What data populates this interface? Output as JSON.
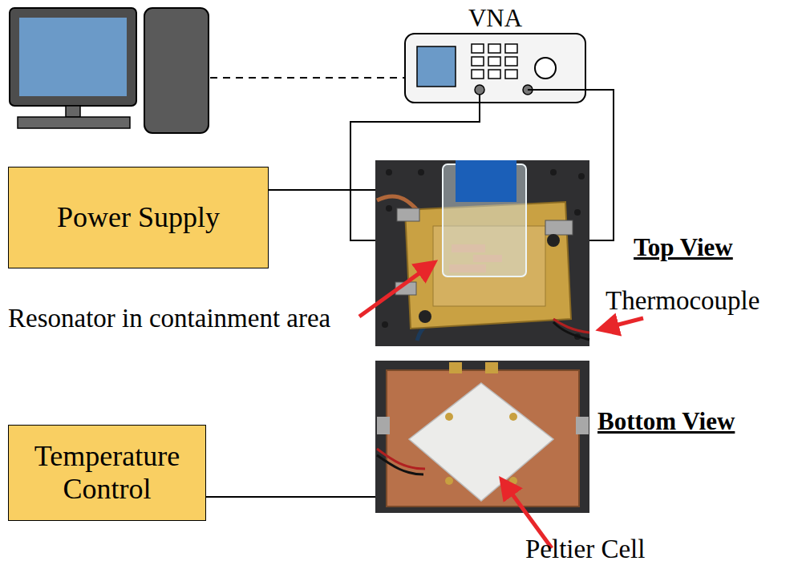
{
  "diagram": {
    "nodes": [
      {
        "text": [
          "VNA"
        ]
      },
      {
        "text": [
          "Power Supply"
        ]
      },
      {
        "text": [
          "Temperature Control"
        ]
      }
    ],
    "labels": [
      "Top View",
      "Resonator in containment area",
      "Thermocouple",
      "Bottom View",
      "Peltier Cell"
    ]
  }
}
